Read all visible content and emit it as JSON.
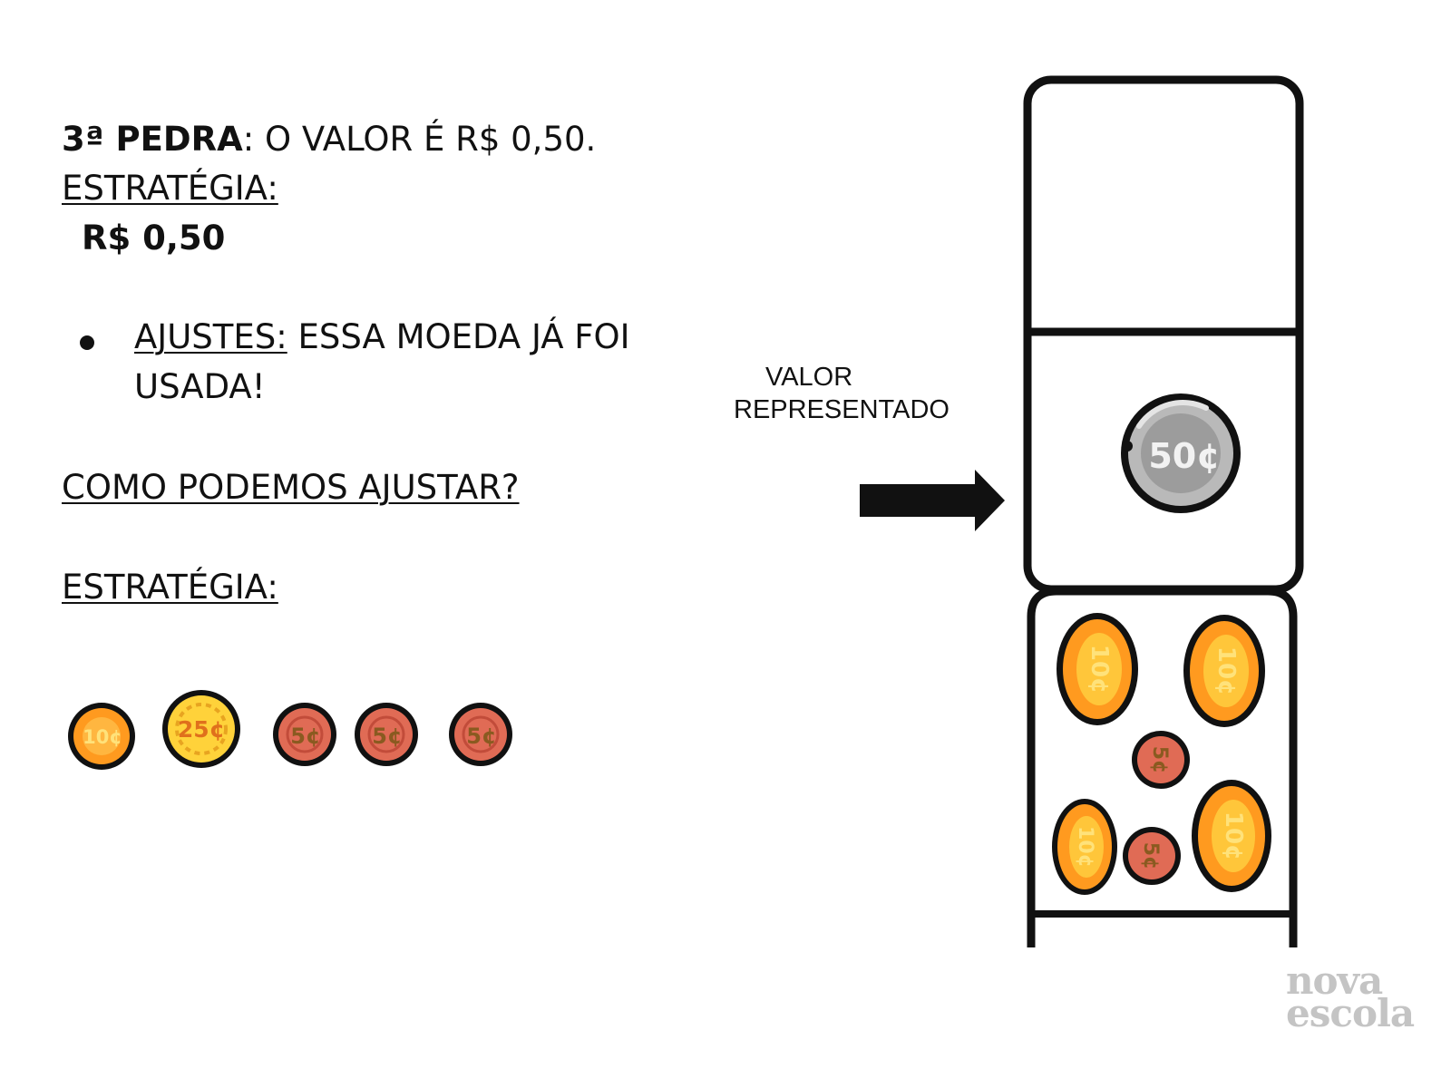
{
  "slide": {
    "title_bold": "3ª PEDRA",
    "title_rest": ": O VALOR É R$ 0,50.",
    "strategy_label": "ESTRATÉGIA:",
    "value_text": "R$ 0,50",
    "adjust_label": "AJUSTES:",
    "adjust_text": "  ESSA MOEDA JÁ FOI",
    "adjust_text_2": "USADA!",
    "question": "COMO PODEMOS AJUSTAR?",
    "strategy_label_2": "ESTRATÉGIA:"
  },
  "coins_row": [
    {
      "label": "10¢",
      "kind": "orange"
    },
    {
      "label": "25¢",
      "kind": "yellow"
    },
    {
      "label": "5¢",
      "kind": "copper"
    },
    {
      "label": "5¢",
      "kind": "copper"
    },
    {
      "label": "5¢",
      "kind": "copper"
    }
  ],
  "panel": {
    "arrow_label_1": "VALOR",
    "arrow_label_2": "REPRESENTADO",
    "shown_coin": {
      "label": "50¢",
      "kind": "silver"
    },
    "stack_coins": [
      {
        "label": "10¢",
        "kind": "orange"
      },
      {
        "label": "10¢",
        "kind": "orange"
      },
      {
        "label": "5¢",
        "kind": "copper"
      },
      {
        "label": "10¢",
        "kind": "orange"
      },
      {
        "label": "5¢",
        "kind": "copper"
      },
      {
        "label": "10¢",
        "kind": "orange"
      }
    ]
  },
  "logo": {
    "line1": "nova",
    "line2": "escola"
  },
  "colors": {
    "ink": "#111111",
    "coin_orange": "#ff9a1f",
    "coin_yellow": "#ffd23a",
    "coin_copper": "#e06b55",
    "coin_silver": "#b9b9b9",
    "logo_gray": "#c4c4c4"
  }
}
